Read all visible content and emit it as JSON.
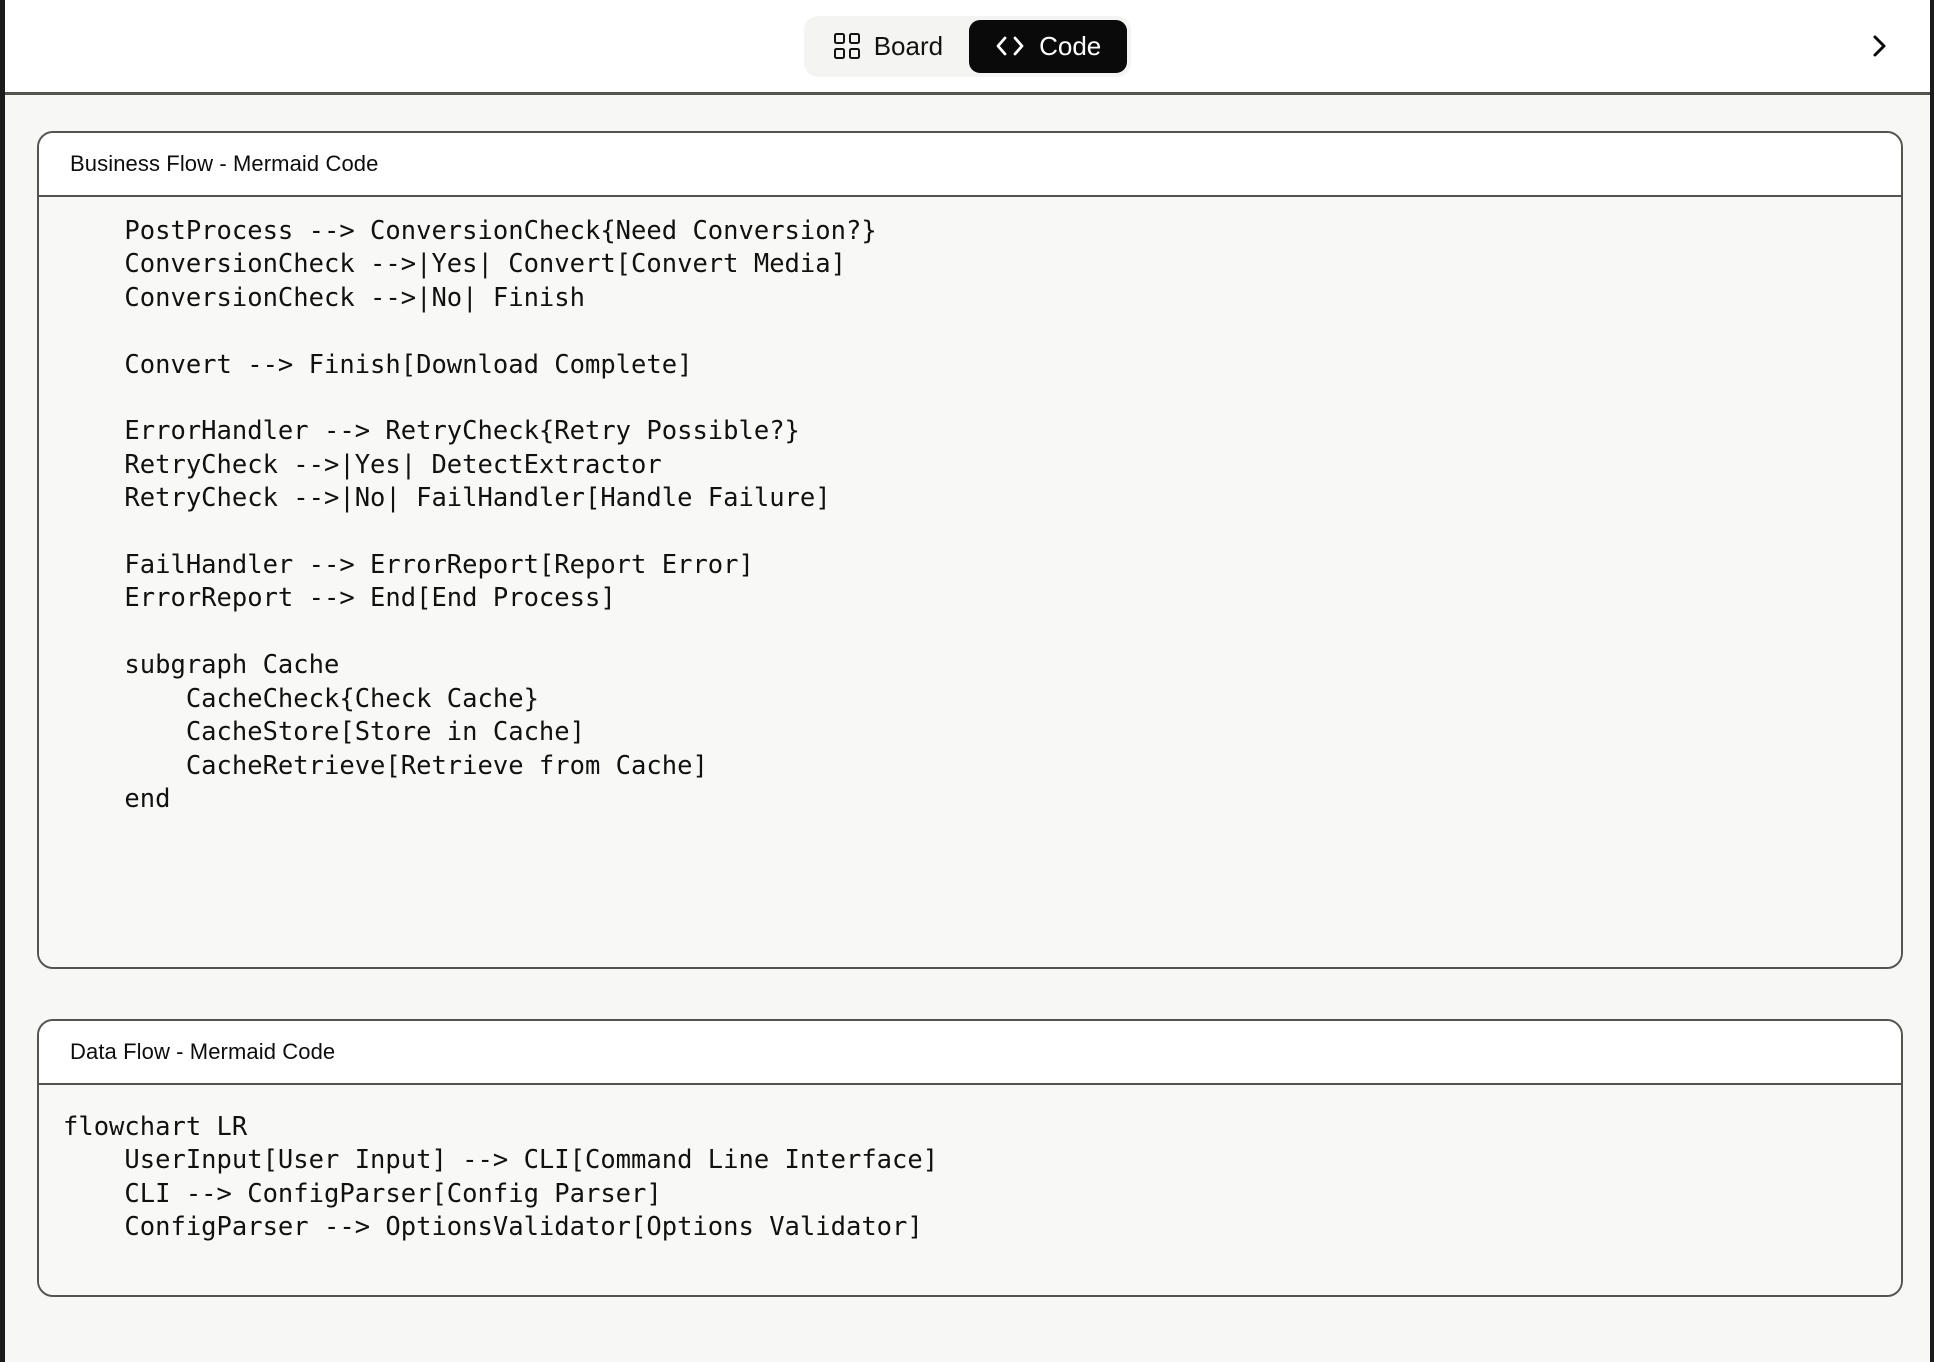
{
  "header": {
    "view_toggle": {
      "options": [
        {
          "id": "board",
          "label": "Board",
          "icon": "grid-icon",
          "active": false
        },
        {
          "id": "code",
          "label": "Code",
          "icon": "code-brackets-icon",
          "active": true
        }
      ]
    },
    "expand_icon": "chevron-right-icon"
  },
  "cards": [
    {
      "id": "business-flow",
      "title": "Business Flow - Mermaid Code",
      "code": "    PostProcess --> ConversionCheck{Need Conversion?}\n    ConversionCheck -->|Yes| Convert[Convert Media]\n    ConversionCheck -->|No| Finish\n\n    Convert --> Finish[Download Complete]\n\n    ErrorHandler --> RetryCheck{Retry Possible?}\n    RetryCheck -->|Yes| DetectExtractor\n    RetryCheck -->|No| FailHandler[Handle Failure]\n\n    FailHandler --> ErrorReport[Report Error]\n    ErrorReport --> End[End Process]\n\n    subgraph Cache\n        CacheCheck{Check Cache}\n        CacheStore[Store in Cache]\n        CacheRetrieve[Retrieve from Cache]\n    end"
    },
    {
      "id": "data-flow",
      "title": "Data Flow - Mermaid Code",
      "code": "flowchart LR\n    UserInput[User Input] --> CLI[Command Line Interface]\n    CLI --> ConfigParser[Config Parser]\n    ConfigParser --> OptionsValidator[Options Validator]"
    }
  ],
  "colors": {
    "page_background": "#f7f7f5",
    "header_background": "#ffffff",
    "card_border": "#55534f",
    "active_toggle_background": "#0a0a0a",
    "active_toggle_text": "#ffffff",
    "toggle_track_background": "#f4f4f2",
    "code_text": "#111111"
  }
}
